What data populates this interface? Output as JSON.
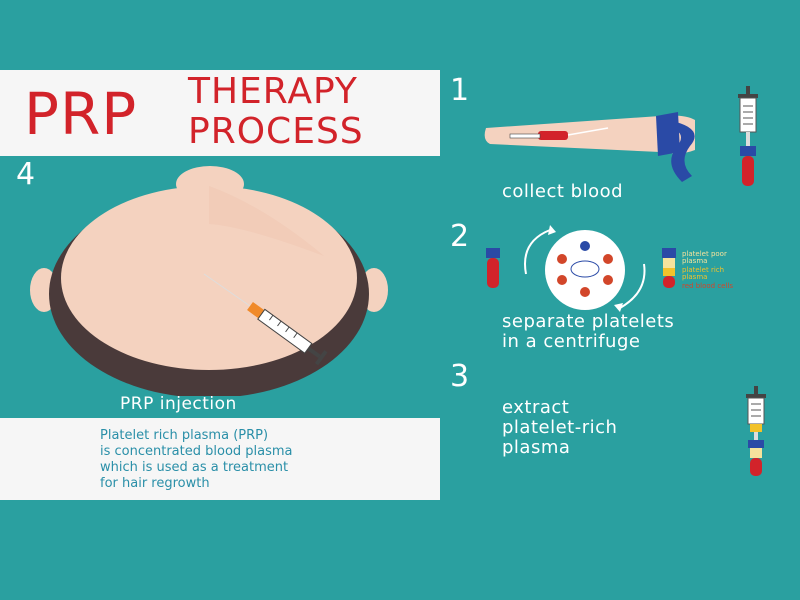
{
  "title": {
    "main": "PRP",
    "line1": "THERAPY",
    "line2": "PROCESS"
  },
  "steps": {
    "n1": "1",
    "n2": "2",
    "n3": "3",
    "n4": "4",
    "step1": "collect blood",
    "step2_line1": "separate platelets",
    "step2_line2": "in a centrifuge",
    "step3_line1": "extract",
    "step3_line2": "platelet-rich",
    "step3_line3": "plasma"
  },
  "legend": {
    "ppp_1": "platelet poor",
    "ppp_2": "plasma",
    "prp_1": "platelet rich",
    "prp_2": "plasma",
    "rbc": "red blood cells"
  },
  "injection": {
    "label": "PRP injection"
  },
  "description": {
    "line1": "Platelet rich plasma (PRP)",
    "line2": "is concentrated blood plasma",
    "line3": "which is used as a treatment",
    "line4": "for hair regrowth"
  },
  "colors": {
    "background": "#2aa0a0",
    "title_red": "#d2232a",
    "description_blue": "#2a8fa8",
    "panel": "#f6f6f6"
  }
}
